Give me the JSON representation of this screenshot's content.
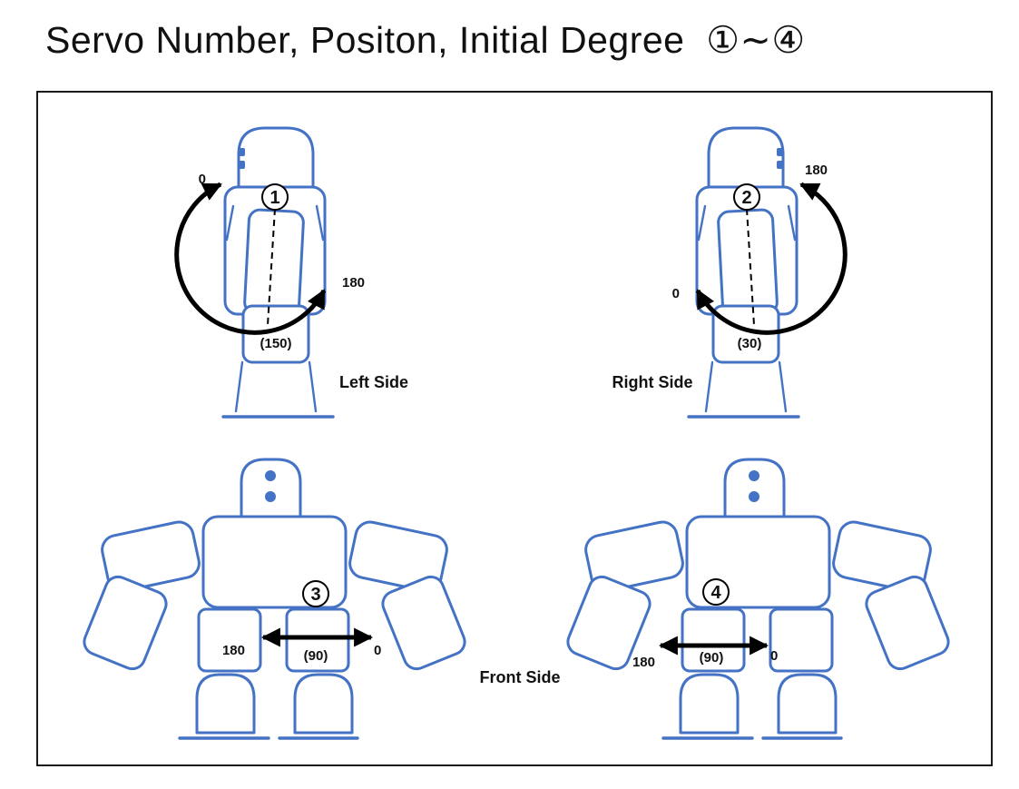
{
  "title": "Servo Number, Positon, Initial Degree  ①∼④",
  "colors": {
    "robot_outline": "#4472C4",
    "annotation": "#111111",
    "background": "#ffffff"
  },
  "panels": {
    "left_side": {
      "label": "Left Side",
      "servo": "1",
      "min_deg": "0",
      "max_deg": "180",
      "initial_deg": "(150)"
    },
    "right_side": {
      "label": "Right Side",
      "servo": "2",
      "min_deg": "0",
      "max_deg": "180",
      "initial_deg": "(30)"
    },
    "front_left": {
      "servo": "3",
      "left_deg": "180",
      "right_deg": "0",
      "initial_deg": "(90)"
    },
    "front_right": {
      "servo": "4",
      "left_deg": "180",
      "right_deg": "0",
      "initial_deg": "(90)"
    },
    "front_label": "Front Side"
  }
}
